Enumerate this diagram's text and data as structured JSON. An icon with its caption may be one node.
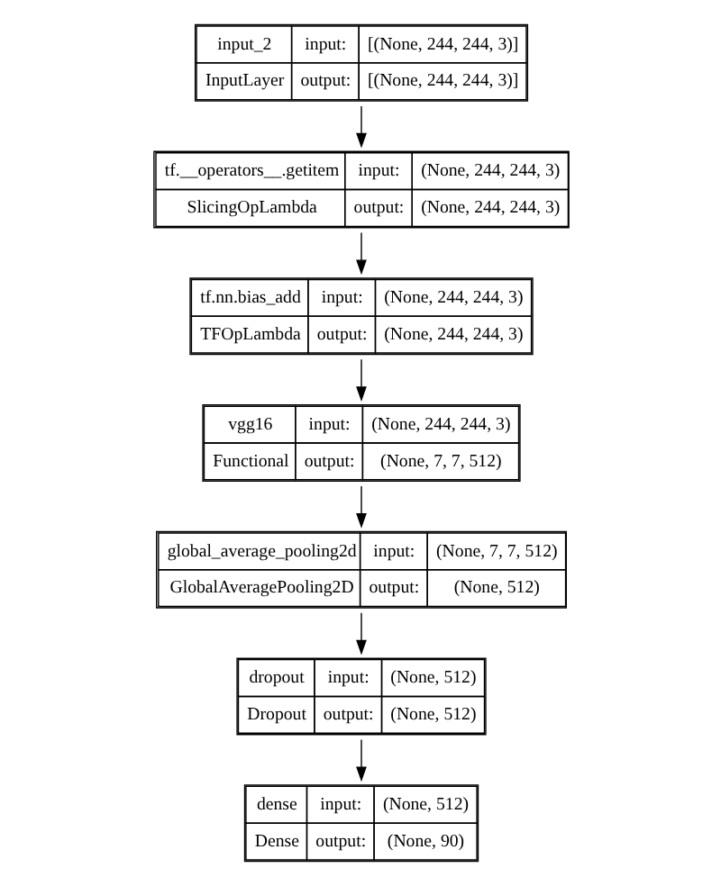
{
  "diagram": {
    "nodes": [
      {
        "text": [
          "input_2",
          "input:",
          "[(None, 244, 244, 3)]",
          "InputLayer",
          "output:",
          "[(None, 244, 244, 3)]"
        ]
      },
      {
        "text": [
          "tf.__operators__.getitem",
          "input:",
          "(None, 244, 244, 3)",
          "SlicingOpLambda",
          "output:",
          "(None, 244, 244, 3)"
        ]
      },
      {
        "text": [
          "tf.nn.bias_add",
          "input:",
          "(None, 244, 244, 3)",
          "TFOpLambda",
          "output:",
          "(None, 244, 244, 3)"
        ]
      },
      {
        "text": [
          "vgg16",
          "input:",
          "(None, 244, 244, 3)",
          "Functional",
          "output:",
          "(None, 7, 7, 512)"
        ]
      },
      {
        "text": [
          "global_average_pooling2d",
          "input:",
          "(None, 7, 7, 512)",
          "GlobalAveragePooling2D",
          "output:",
          "(None, 512)"
        ]
      },
      {
        "text": [
          "dropout",
          "input:",
          "(None, 512)",
          "Dropout",
          "output:",
          "(None, 512)"
        ]
      },
      {
        "text": [
          "dense",
          "input:",
          "(None, 512)",
          "Dense",
          "output:",
          "(None, 90)"
        ]
      }
    ],
    "edges": [
      {
        "from": 0,
        "to": 1,
        "arrow": "to"
      },
      {
        "from": 1,
        "to": 2,
        "arrow": "to"
      },
      {
        "from": 2,
        "to": 3,
        "arrow": "to"
      },
      {
        "from": 3,
        "to": 4,
        "arrow": "to"
      },
      {
        "from": 4,
        "to": 5,
        "arrow": "to"
      },
      {
        "from": 5,
        "to": 6,
        "arrow": "to"
      }
    ]
  }
}
